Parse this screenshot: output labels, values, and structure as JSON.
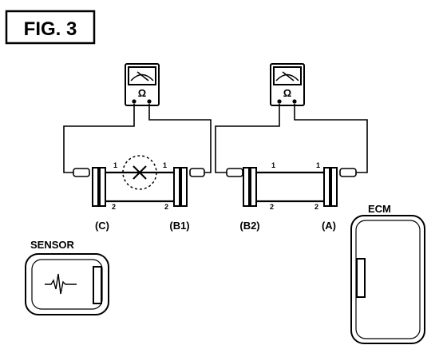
{
  "figure": {
    "title": "FIG. 3"
  },
  "meters": [
    {
      "symbol": "Ω"
    },
    {
      "symbol": "Ω"
    }
  ],
  "connectors": {
    "c": "(C)",
    "b1": "(B1)",
    "b2": "(B2)",
    "a": "(A)"
  },
  "pins": {
    "one": "1",
    "two": "2"
  },
  "sensor": {
    "label": "SENSOR"
  },
  "ecm": {
    "label": "ECM"
  },
  "colors": {
    "ink": "#000000",
    "paper": "#ffffff"
  }
}
